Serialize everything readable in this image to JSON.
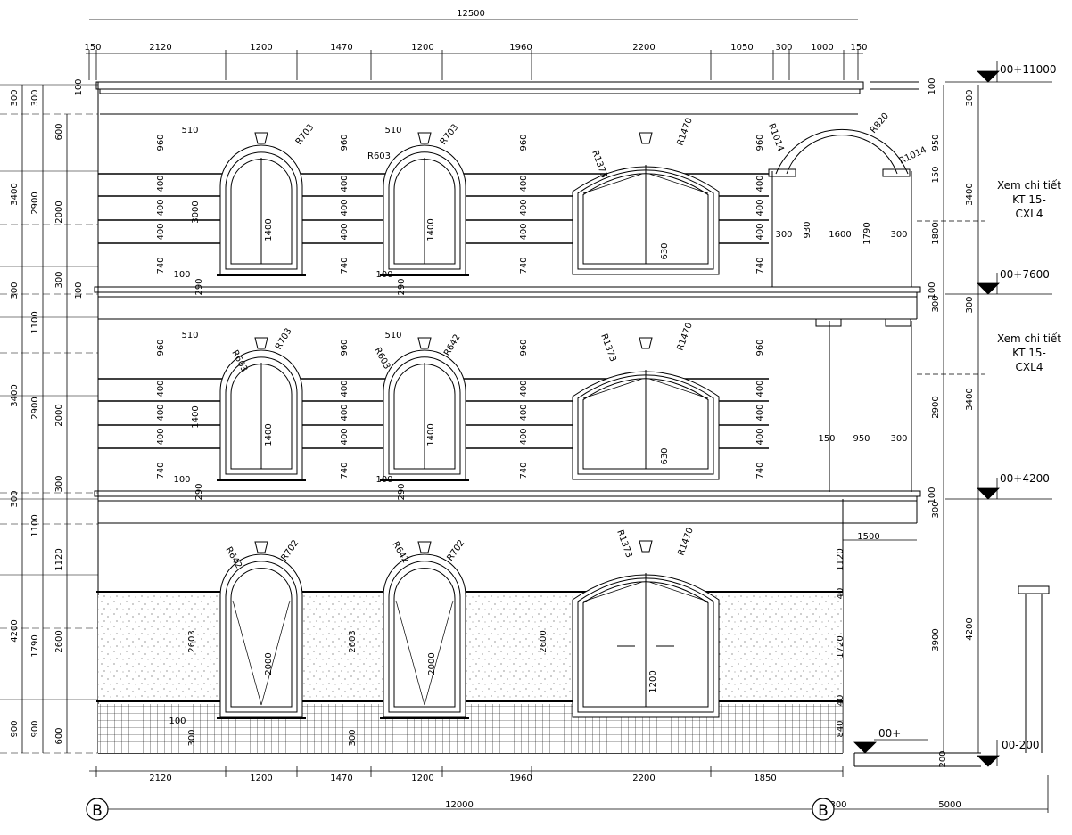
{
  "dimensions": {
    "overall_top": "12500",
    "top_row": [
      "150",
      "2120",
      "1200",
      "1470",
      "1200",
      "1960",
      "2200",
      "1050",
      "300",
      "1000",
      "150"
    ],
    "bottom_row": [
      "2120",
      "1200",
      "1470",
      "1200",
      "1960",
      "2200",
      "1850"
    ],
    "overall_bottom": "12000",
    "right_extension": "5000",
    "axis_offset": "300",
    "left_outer": [
      "300",
      "3400",
      "300",
      "3400",
      "300",
      "4200",
      "900"
    ],
    "left_mid": [
      "300",
      "2900",
      "1100",
      "2900",
      "1100",
      "1790",
      "900"
    ],
    "left_inner_1": [
      "600",
      "2000",
      "2000",
      "1120",
      "2600",
      "600"
    ],
    "left_inner_2": [
      "100",
      "300",
      "300",
      "100"
    ],
    "right_inner_1": [
      "100",
      "950",
      "150",
      "1800",
      "100",
      "300",
      "2900",
      "100",
      "300",
      "3900",
      "200"
    ],
    "right_outer": [
      "300",
      "3400",
      "300",
      "3400",
      "4200"
    ],
    "window_bands": [
      "960",
      "400",
      "400",
      "400",
      "740"
    ],
    "window_heights": [
      "1400",
      "1400",
      "630",
      "2000",
      "2000",
      "1200"
    ],
    "window_detail": [
      "510",
      "100",
      "100",
      "290",
      "2603",
      "2603",
      "2600",
      "100",
      "300",
      "300"
    ],
    "radii": [
      "R703",
      "R603",
      "R703",
      "R1373",
      "R1470",
      "R1014",
      "R820",
      "R1014",
      "R603",
      "R703",
      "R603",
      "R642",
      "R1373",
      "R1470",
      "R642",
      "R702",
      "R642",
      "R702",
      "R1373",
      "R1470"
    ],
    "porch_upper": [
      "300",
      "930",
      "1600",
      "1790",
      "300",
      "1800"
    ],
    "porch_lower": [
      "150",
      "950",
      "300",
      "1500"
    ],
    "ground_right": [
      "1120",
      "40",
      "1720",
      "40",
      "840"
    ],
    "window_sill": [
      "3000",
      "1400"
    ]
  },
  "levels": [
    {
      "label": "00+11000"
    },
    {
      "label": "00+7600"
    },
    {
      "label": "00+4200"
    },
    {
      "label": "00+"
    },
    {
      "label": "00-200"
    }
  ],
  "notes": [
    {
      "lines": [
        "Xem chi tiết",
        "KT 15-",
        "CXL4"
      ]
    },
    {
      "lines": [
        "Xem chi tiết",
        "KT 15-",
        "CXL4"
      ]
    }
  ],
  "axes": [
    {
      "label": "B"
    },
    {
      "label": "B"
    }
  ]
}
